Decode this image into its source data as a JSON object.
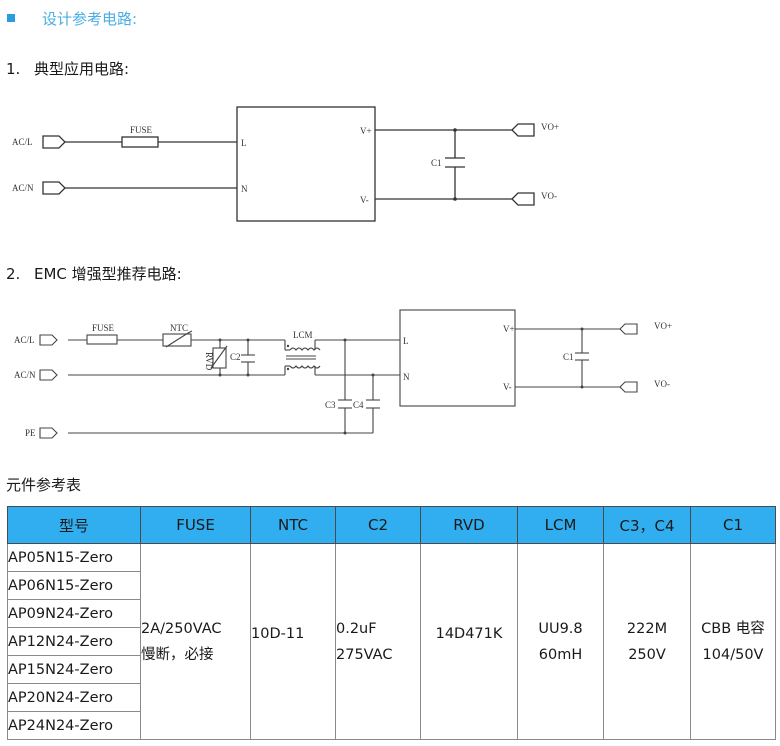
{
  "section": {
    "icon": "square-bullet-icon",
    "title": "设计参考电路:"
  },
  "circuit1": {
    "number": "1.",
    "title": "典型应用电路:",
    "labels": {
      "acl": "AC/L",
      "acn": "AC/N",
      "fuse": "FUSE",
      "pin_l": "L",
      "pin_n": "N",
      "vplus": "V+",
      "vminus": "V-",
      "c1": "C1",
      "vo_plus": "VO+",
      "vo_minus": "VO-"
    }
  },
  "circuit2": {
    "number": "2.",
    "title": "EMC 增强型推荐电路:",
    "labels": {
      "acl": "AC/L",
      "acn": "AC/N",
      "pe": "PE",
      "fuse": "FUSE",
      "ntc": "NTC",
      "rvd": "RVD",
      "c2": "C2",
      "lcm": "LCM",
      "c3": "C3",
      "c4": "C4",
      "pin_l": "L",
      "pin_n": "N",
      "vplus": "V+",
      "vminus": "V-",
      "c1": "C1",
      "vo_plus": "VO+",
      "vo_minus": "VO-"
    }
  },
  "parts_table": {
    "title": "元件参考表",
    "header_color": "#31aef0",
    "headers": [
      "型号",
      "FUSE",
      "NTC",
      "C2",
      "RVD",
      "LCM",
      "C3，C4",
      "C1"
    ],
    "models": [
      "AP05N15-Zero",
      "AP06N15-Zero",
      "AP09N24-Zero",
      "AP12N24-Zero",
      "AP15N24-Zero",
      "AP20N24-Zero",
      "AP24N24-Zero"
    ],
    "shared": {
      "fuse": [
        "2A/250VAC",
        "慢断，必接"
      ],
      "ntc": [
        "10D-11"
      ],
      "c2": [
        "0.2uF",
        "275VAC"
      ],
      "rvd": [
        "14D471K"
      ],
      "lcm": [
        "UU9.8",
        "60mH"
      ],
      "c3_c4": [
        "222M",
        "250V"
      ],
      "c1": [
        "CBB 电容",
        "104/50V"
      ]
    }
  }
}
